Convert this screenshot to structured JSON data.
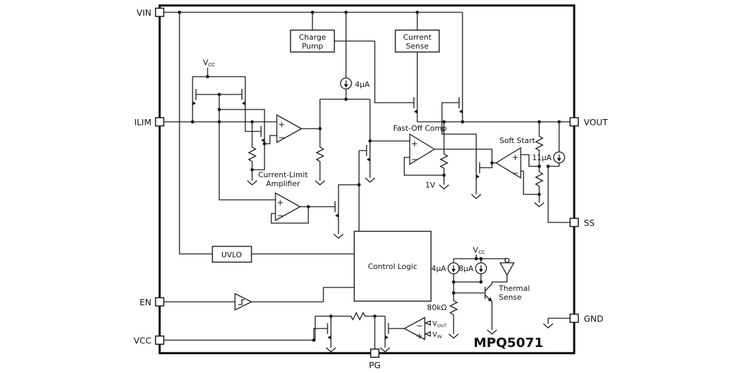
{
  "part_label": "MPQ5071",
  "pins": {
    "vin": "VIN",
    "ilim": "ILIM",
    "en": "EN",
    "vcc": "VCC",
    "vout": "VOUT",
    "ss": "SS",
    "gnd": "GND",
    "pg": "PG"
  },
  "blocks": {
    "charge_pump_line1": "Charge",
    "charge_pump_line2": "Pump",
    "current_sense_line1": "Current",
    "current_sense_line2": "Sense",
    "uvlo": "UVLO",
    "control_logic": "Control Logic"
  },
  "labels": {
    "vcc_base": "V",
    "vcc_sub": "CC",
    "bias_4ua_top": "4µA",
    "fast_off_comp": "Fast-Off Comp",
    "soft_start": "Soft Start",
    "bias_11ua": "11µA",
    "cl_amp_line1": "Current-Limit",
    "cl_amp_line2": "Amplifier",
    "ref_1v": "1V",
    "bias_4ua_bottom": "4µA",
    "bias_8ua": "8µA",
    "res_80k": "80kΩ",
    "thermal_line1": "Thermal",
    "thermal_line2": "Sense",
    "vout_base": "V",
    "vout_sub": "OUT",
    "vin_base": "V",
    "vin_sub": "IN"
  },
  "symbols": {
    "plus": "+",
    "minus": "−"
  }
}
